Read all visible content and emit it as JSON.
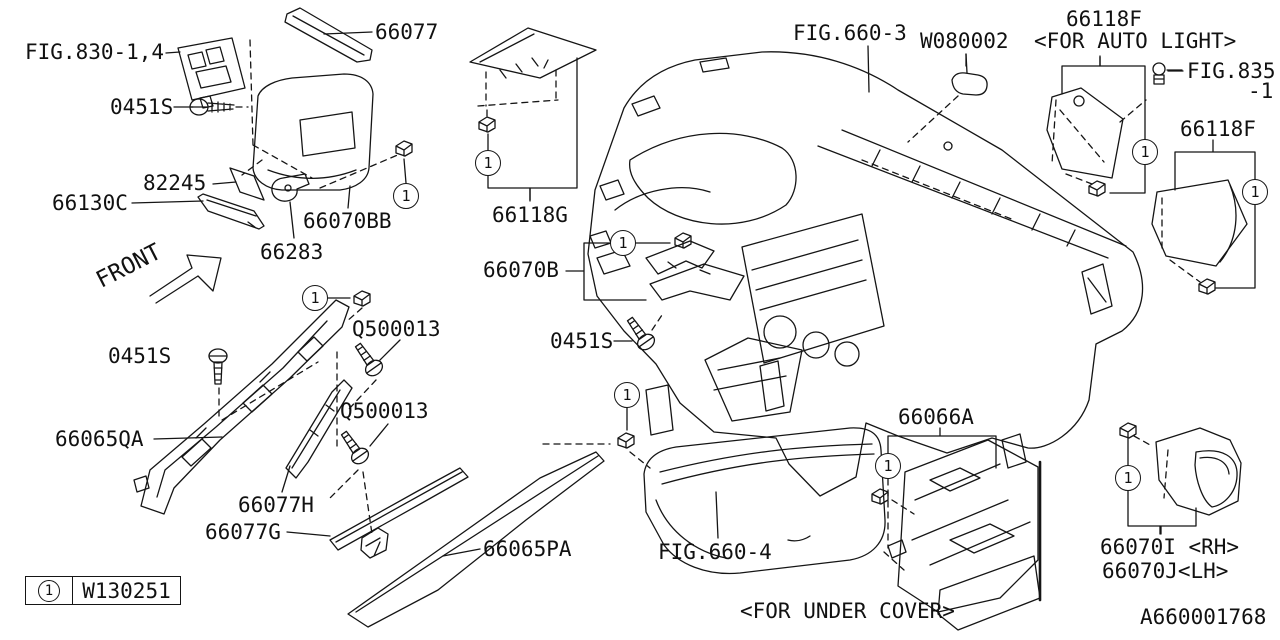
{
  "diagram": {
    "background": "#ffffff",
    "line_color": "#151515",
    "marker": "1",
    "doc_number": "A660001768",
    "front_label": "FRONT",
    "legend": {
      "marker": "1",
      "part_number": "W130251"
    },
    "labels": {
      "fig_830": "FIG.830-1,4",
      "strip_66077": "66077",
      "screw_0451s_top": "0451S",
      "plate_82245": "82245",
      "strip_66130c": "66130C",
      "lid_66070bb": "66070BB",
      "lamp_66283": "66283",
      "panel_66118g": "66118G",
      "fig_660_3": "FIG.660-3",
      "bulb_w080002": "W080002",
      "panel_66118f_auto": "66118F",
      "note_auto_light": "<FOR AUTO LIGHT>",
      "fig_835": "FIG.835",
      "fig_835_line2": "-1",
      "panel_66118f_right": "66118F",
      "bracket_66070b": "66070B",
      "screw_0451s_center": "0451S",
      "screw_q500013_upper": "Q500013",
      "screw_0451s_left": "0451S",
      "screw_q500013_lower": "Q500013",
      "frame_66065qa": "66065QA",
      "rail_66077h": "66077H",
      "trim_66077g": "66077G",
      "trim_66065pa": "66065PA",
      "fig_660_4": "FIG.660-4",
      "cover_66066a": "66066A",
      "panel_66070i": "66070I <RH>",
      "panel_66070j": "66070J<LH>",
      "note_under_cover": "<FOR UNDER COVER>"
    }
  }
}
